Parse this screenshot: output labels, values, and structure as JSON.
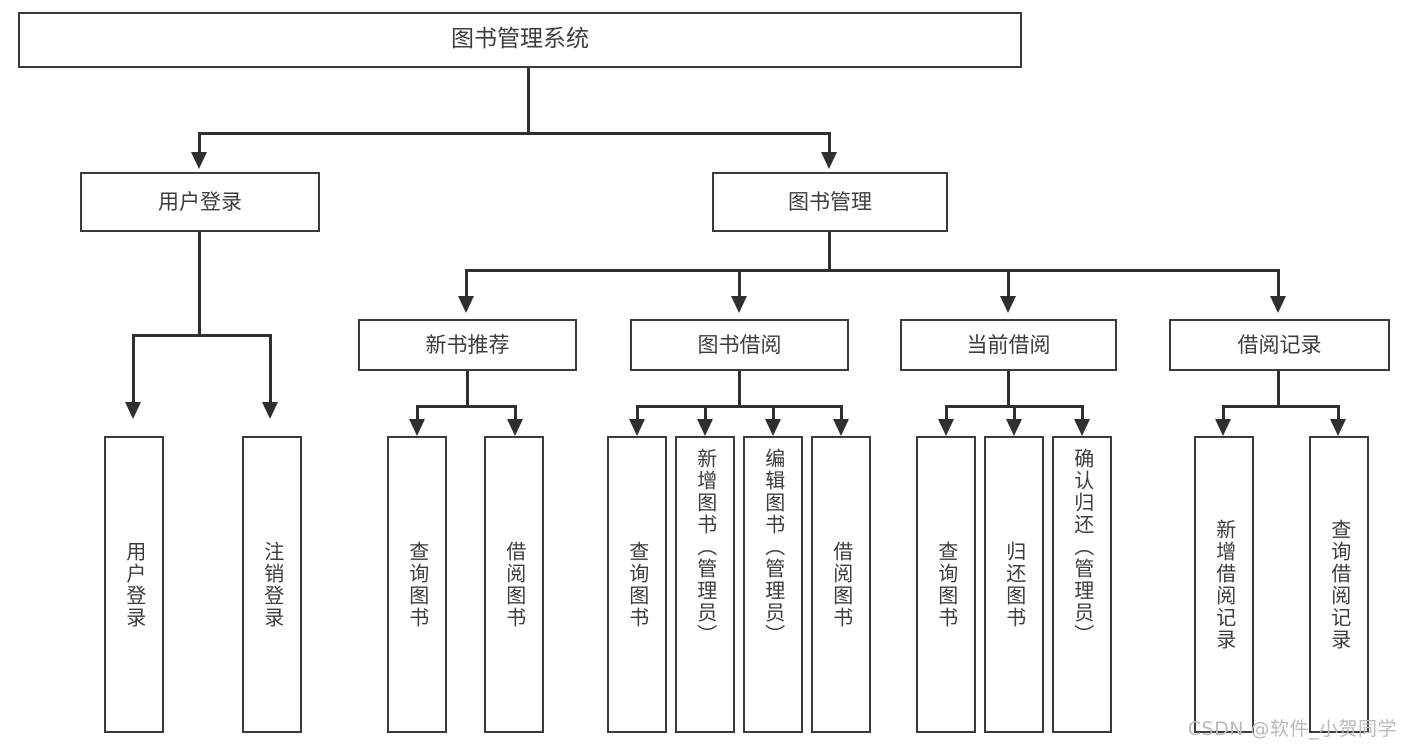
{
  "diagram": {
    "type": "tree",
    "title": "图书管理系统",
    "root": {
      "label": "图书管理系统"
    },
    "level2": [
      {
        "id": "user-login",
        "label": "用户登录"
      },
      {
        "id": "book-management",
        "label": "图书管理"
      }
    ],
    "level3": [
      {
        "id": "new-book-recommend",
        "label": "新书推荐",
        "parent": "book-management"
      },
      {
        "id": "book-borrow",
        "label": "图书借阅",
        "parent": "book-management"
      },
      {
        "id": "current-borrow",
        "label": "当前借阅",
        "parent": "book-management"
      },
      {
        "id": "borrow-record",
        "label": "借阅记录",
        "parent": "book-management"
      }
    ],
    "leaves": [
      {
        "id": "leaf-user-login",
        "label": "用户登录",
        "parent": "user-login"
      },
      {
        "id": "leaf-logout-login",
        "label": "注销登录",
        "parent": "user-login"
      },
      {
        "id": "leaf-query-book-1",
        "label": "查询图书",
        "parent": "new-book-recommend"
      },
      {
        "id": "leaf-borrow-book-1",
        "label": "借阅图书",
        "parent": "new-book-recommend"
      },
      {
        "id": "leaf-query-book-2",
        "label": "查询图书",
        "parent": "book-borrow"
      },
      {
        "id": "leaf-add-book-admin",
        "label": "新增图书（管理员）",
        "parent": "book-borrow"
      },
      {
        "id": "leaf-edit-book-admin",
        "label": "编辑图书（管理员）",
        "parent": "book-borrow"
      },
      {
        "id": "leaf-borrow-book-2",
        "label": "借阅图书",
        "parent": "book-borrow"
      },
      {
        "id": "leaf-query-book-3",
        "label": "查询图书",
        "parent": "current-borrow"
      },
      {
        "id": "leaf-return-book",
        "label": "归还图书",
        "parent": "current-borrow"
      },
      {
        "id": "leaf-confirm-return-admin",
        "label": "确认归还（管理员）",
        "parent": "current-borrow"
      },
      {
        "id": "leaf-add-borrow-record",
        "label": "新增借阅记录",
        "parent": "borrow-record"
      },
      {
        "id": "leaf-query-borrow-record",
        "label": "查询借阅记录",
        "parent": "borrow-record"
      }
    ],
    "colors": {
      "box_border": "#3b3b3b",
      "connector": "#2f2f2f",
      "text": "#3d3d3d",
      "background": "#ffffff",
      "watermark": "#b9b9b9"
    }
  },
  "watermark": {
    "text": "CSDN @软件_小贺同学"
  }
}
